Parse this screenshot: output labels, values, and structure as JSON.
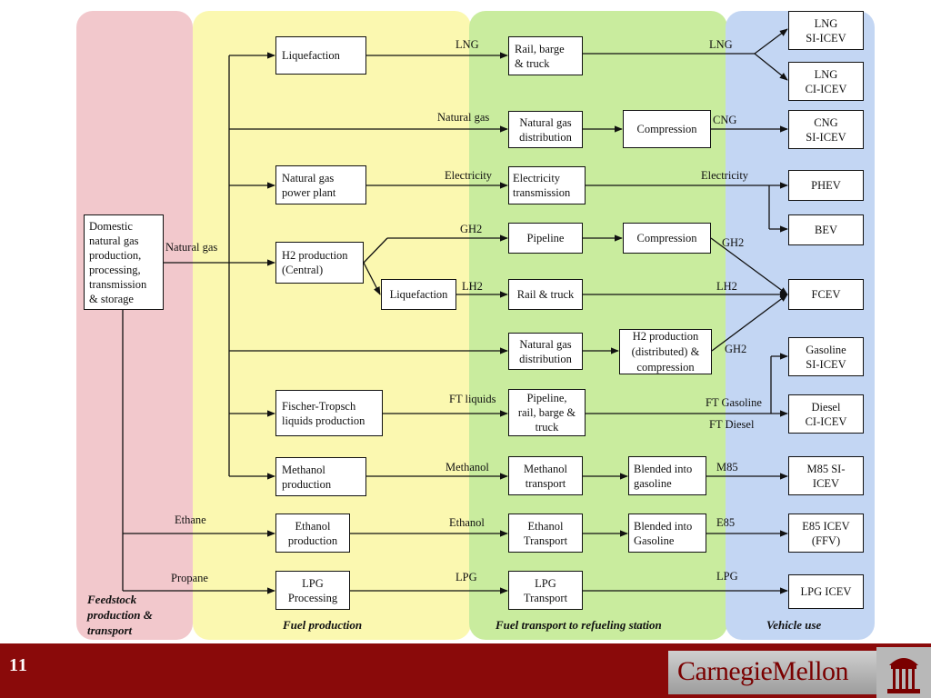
{
  "lanes": {
    "feedstock": "Feedstock\nproduction &\ntransport",
    "fuel_production": "Fuel production",
    "fuel_transport": "Fuel transport to refueling station",
    "vehicle_use": "Vehicle use"
  },
  "boxes": {
    "domestic": "Domestic\nnatural gas\nproduction,\nprocessing,\ntransmission\n& storage",
    "liquefaction1": "Liquefaction",
    "ng_power_plant": "Natural gas\npower plant",
    "h2_central": "H2 production\n(Central)",
    "liquefaction2": "Liquefaction",
    "fischer_tropsch": "Fischer-Tropsch\nliquids production",
    "methanol_production": "Methanol\nproduction",
    "ethanol_production": "Ethanol\nproduction",
    "lpg_processing": "LPG\nProcessing",
    "rail_barge_truck": "Rail, barge\n& truck",
    "ng_distribution1": "Natural gas\ndistribution",
    "compression1": "Compression",
    "electricity_transmission": "Electricity\ntransmission",
    "pipeline": "Pipeline",
    "compression2": "Compression",
    "rail_truck": "Rail & truck",
    "ng_distribution2": "Natural gas\ndistribution",
    "h2_distributed": "H2 production\n(distributed) &\ncompression",
    "pipeline_rail_barge_truck": "Pipeline,\nrail, barge &\ntruck",
    "methanol_transport": "Methanol\ntransport",
    "blended_methanol": "Blended into\ngasoline",
    "ethanol_transport": "Ethanol\nTransport",
    "blended_ethanol": "Blended into\nGasoline",
    "lpg_transport": "LPG\nTransport",
    "lng_si_icev": "LNG\nSI-ICEV",
    "lng_ci_icev": "LNG\nCI-ICEV",
    "cng_si_icev": "CNG\nSI-ICEV",
    "phev": "PHEV",
    "bev": "BEV",
    "fcev": "FCEV",
    "gasoline_si_icev": "Gasoline\nSI-ICEV",
    "diesel_ci_icev": "Diesel\nCI-ICEV",
    "m85_si_icev": "M85 SI-\nICEV",
    "e85_icev": "E85 ICEV\n(FFV)",
    "lpg_icev": "LPG ICEV"
  },
  "labels": {
    "natural_gas_main": "Natural gas",
    "lng1": "LNG",
    "lng2": "LNG",
    "natural_gas2": "Natural gas",
    "cng": "CNG",
    "electricity1": "Electricity",
    "electricity2": "Electricity",
    "gh2_1": "GH2",
    "gh2_2": "GH2",
    "lh2_1": "LH2",
    "lh2_2": "LH2",
    "gh2_3": "GH2",
    "ft_liquids": "FT liquids",
    "ft_gasoline": "FT Gasoline",
    "ft_diesel": "FT Diesel",
    "methanol": "Methanol",
    "m85": "M85",
    "ethane": "Ethane",
    "ethanol": "Ethanol",
    "e85": "E85",
    "propane": "Propane",
    "lpg1": "LPG",
    "lpg2": "LPG"
  },
  "footer": {
    "slide_number": "11",
    "logo_text": "CarnegieMellon"
  },
  "colors": {
    "feedstock_lane": "#f2c8cc",
    "fuel_production_lane": "#fbf8b0",
    "fuel_transport_lane": "#c9ec9e",
    "vehicle_use_lane": "#c3d6f3",
    "footer_bar": "#8a0a0a",
    "logo_text": "#7a0000"
  }
}
